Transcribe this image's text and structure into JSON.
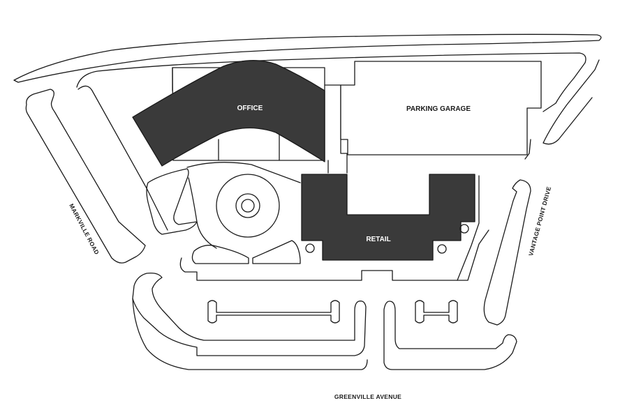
{
  "buildings": {
    "office": "OFFICE",
    "parking_garage": "PARKING GARAGE",
    "retail": "RETAIL"
  },
  "streets": {
    "markville_road": "MARKVILLE ROAD",
    "vantage_point_drive": "VANTAGE POINT DRIVE",
    "greenville_avenue": "GREENVILLE AVENUE"
  },
  "colors": {
    "building_fill": "#3a3a3a",
    "line": "#1a1a1a",
    "background": "#ffffff"
  }
}
